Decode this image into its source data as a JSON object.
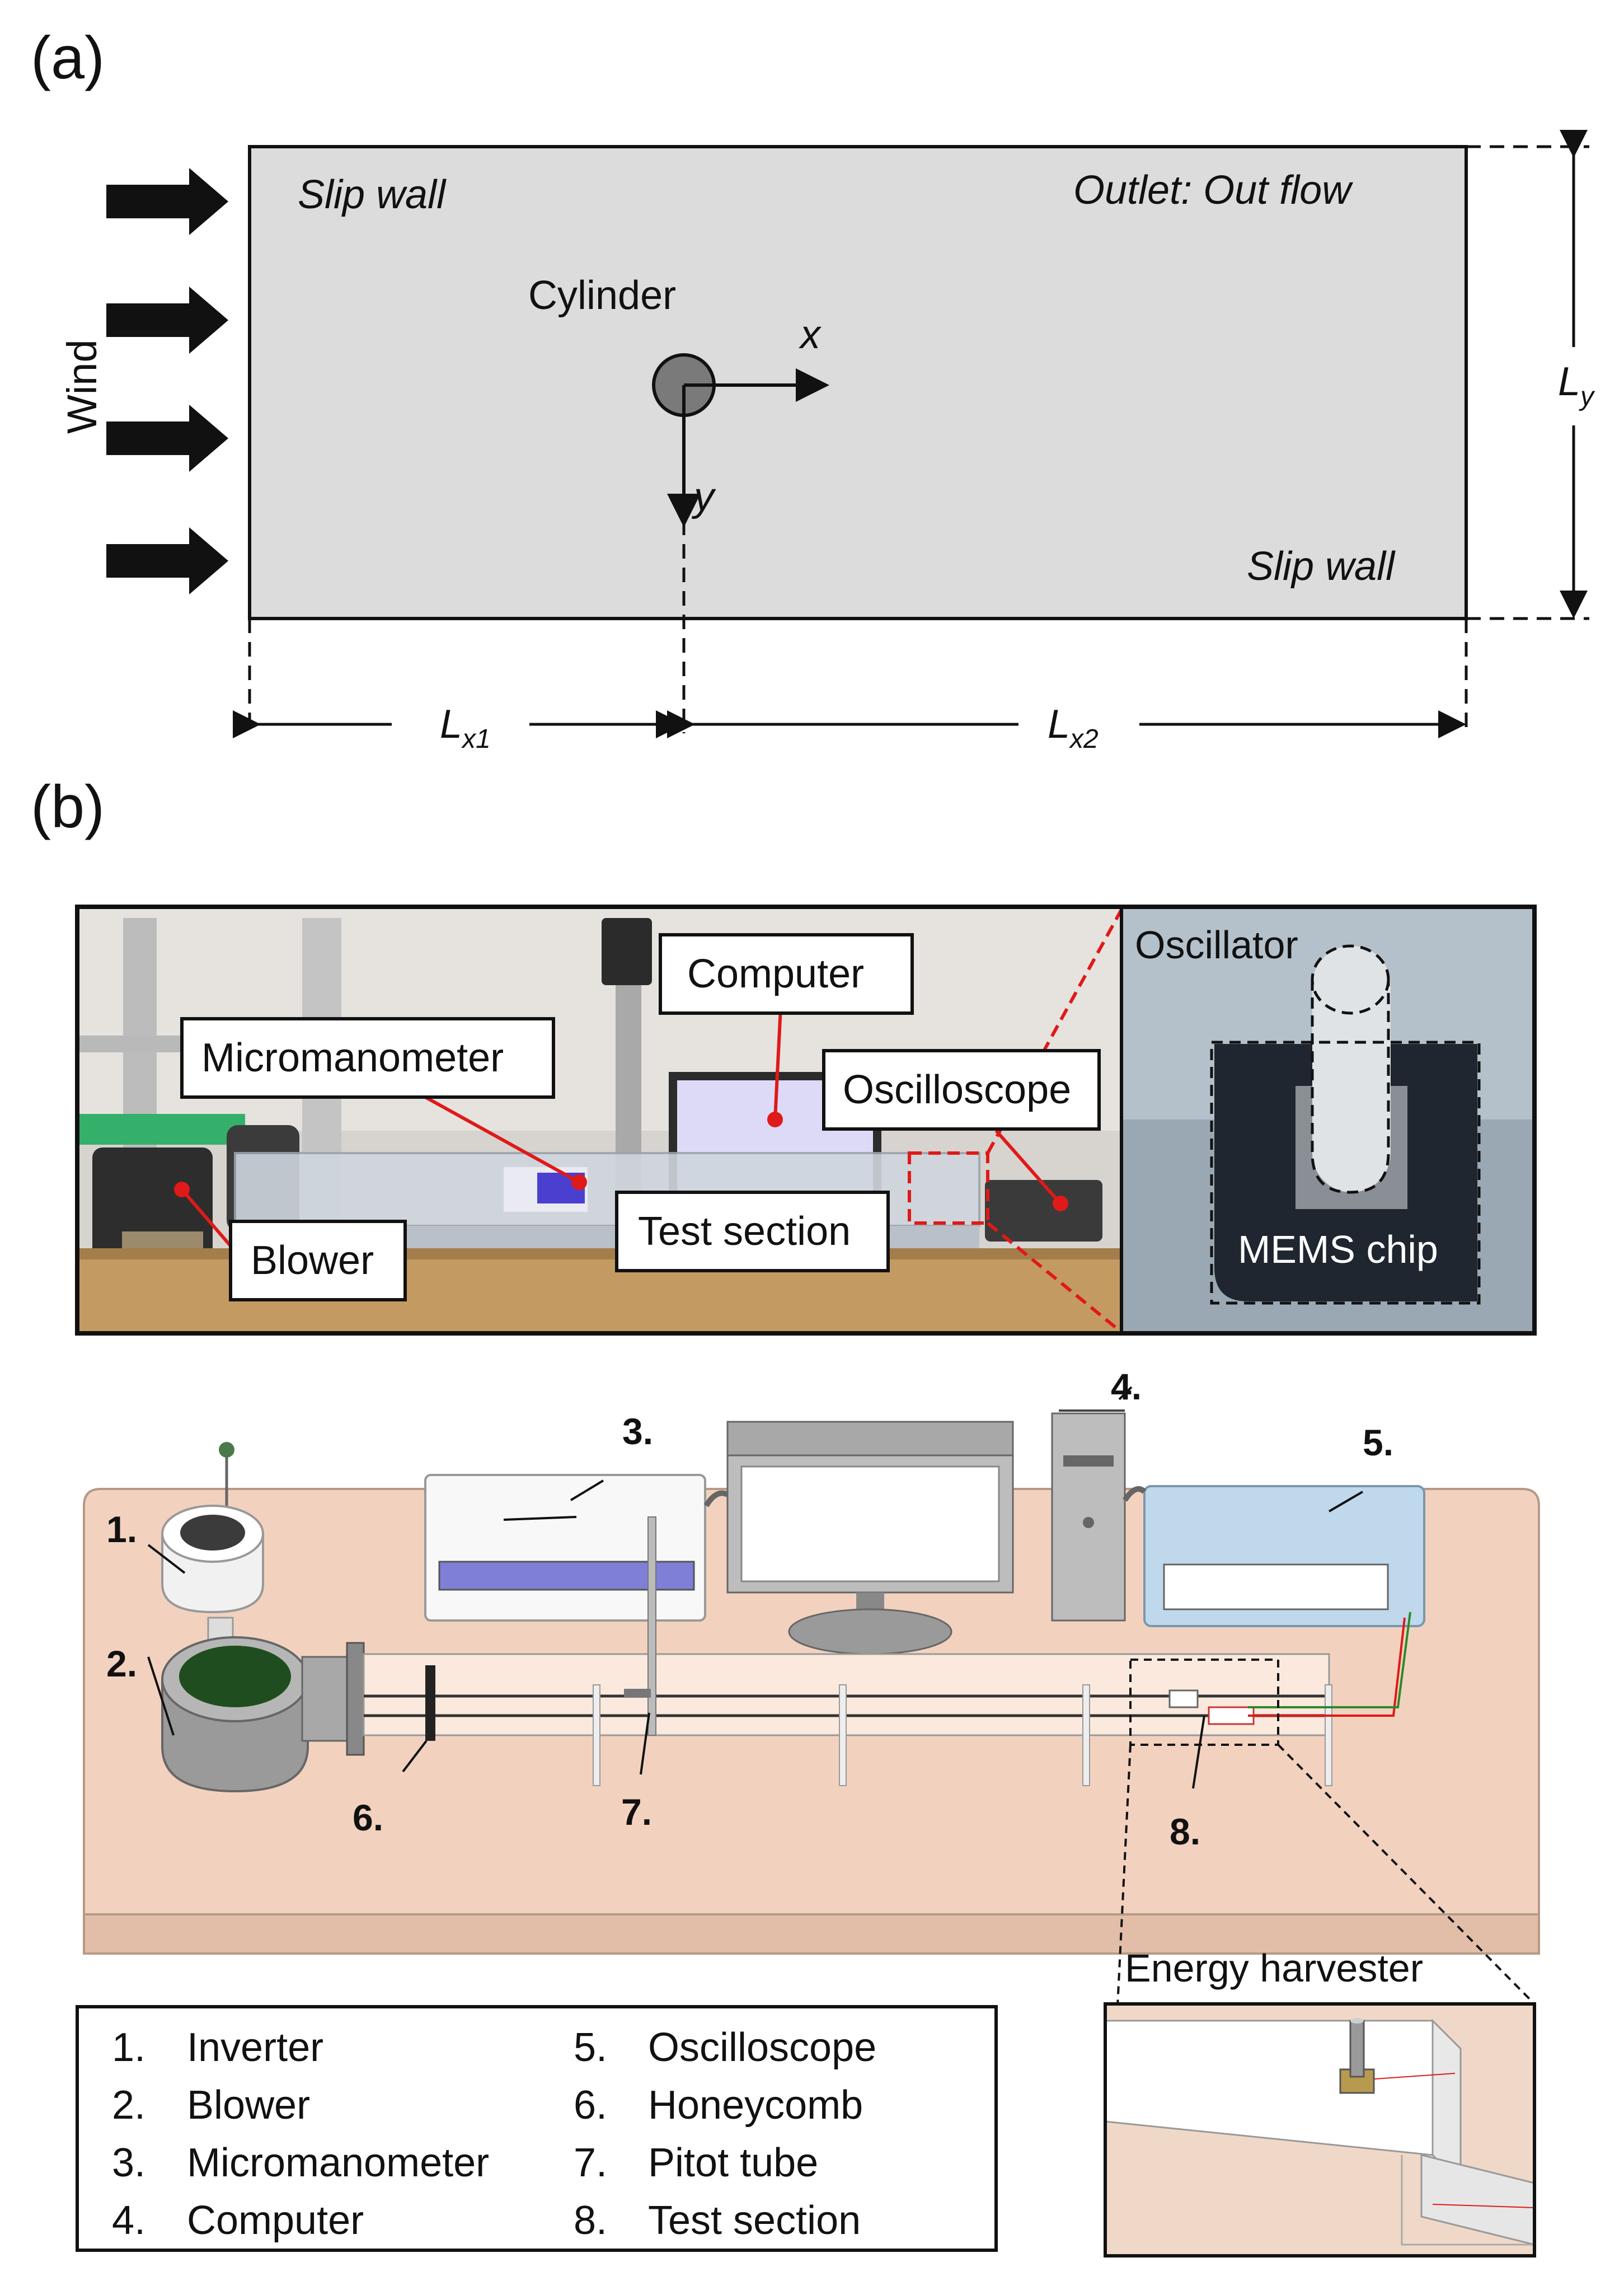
{
  "panel_a": {
    "label": "(a)",
    "wind": "Wind",
    "slip_wall_top": "Slip wall",
    "slip_wall_bottom": "Slip wall",
    "outlet": "Outlet: Out flow",
    "cylinder": "Cylinder",
    "axis_x": "x",
    "axis_y": "y",
    "dim_ly": {
      "main": "L",
      "sub": "y"
    },
    "dim_lx1": {
      "main": "L",
      "sub": "x1"
    },
    "dim_lx2": {
      "main": "L",
      "sub": "x2"
    }
  },
  "panel_b": {
    "label": "(b)",
    "photo_labels": {
      "computer": "Computer",
      "micromanometer": "Micromanometer",
      "oscilloscope": "Oscilloscope",
      "test_section": "Test section",
      "blower": "Blower",
      "oscillator": "Oscillator",
      "mems_chip": "MEMS chip"
    },
    "schematic_numbers": [
      "1.",
      "2.",
      "3.",
      "4.",
      "5.",
      "6.",
      "7.",
      "8."
    ],
    "inset_title": "Energy harvester",
    "legend": [
      {
        "num": "1.",
        "name": "Inverter"
      },
      {
        "num": "2.",
        "name": "Blower"
      },
      {
        "num": "3.",
        "name": "Micromanometer"
      },
      {
        "num": "4.",
        "name": "Computer"
      },
      {
        "num": "5.",
        "name": "Oscilloscope"
      },
      {
        "num": "6.",
        "name": "Honeycomb"
      },
      {
        "num": "7.",
        "name": "Pitot tube"
      },
      {
        "num": "8.",
        "name": "Test section"
      }
    ]
  },
  "colors": {
    "domain_fill": "#dcdcdc",
    "table": "#f2d2bf",
    "oscilloscope_box": "#bfd8ec",
    "marker_red": "#e01919",
    "meter_screen": "#7f7fd8"
  }
}
